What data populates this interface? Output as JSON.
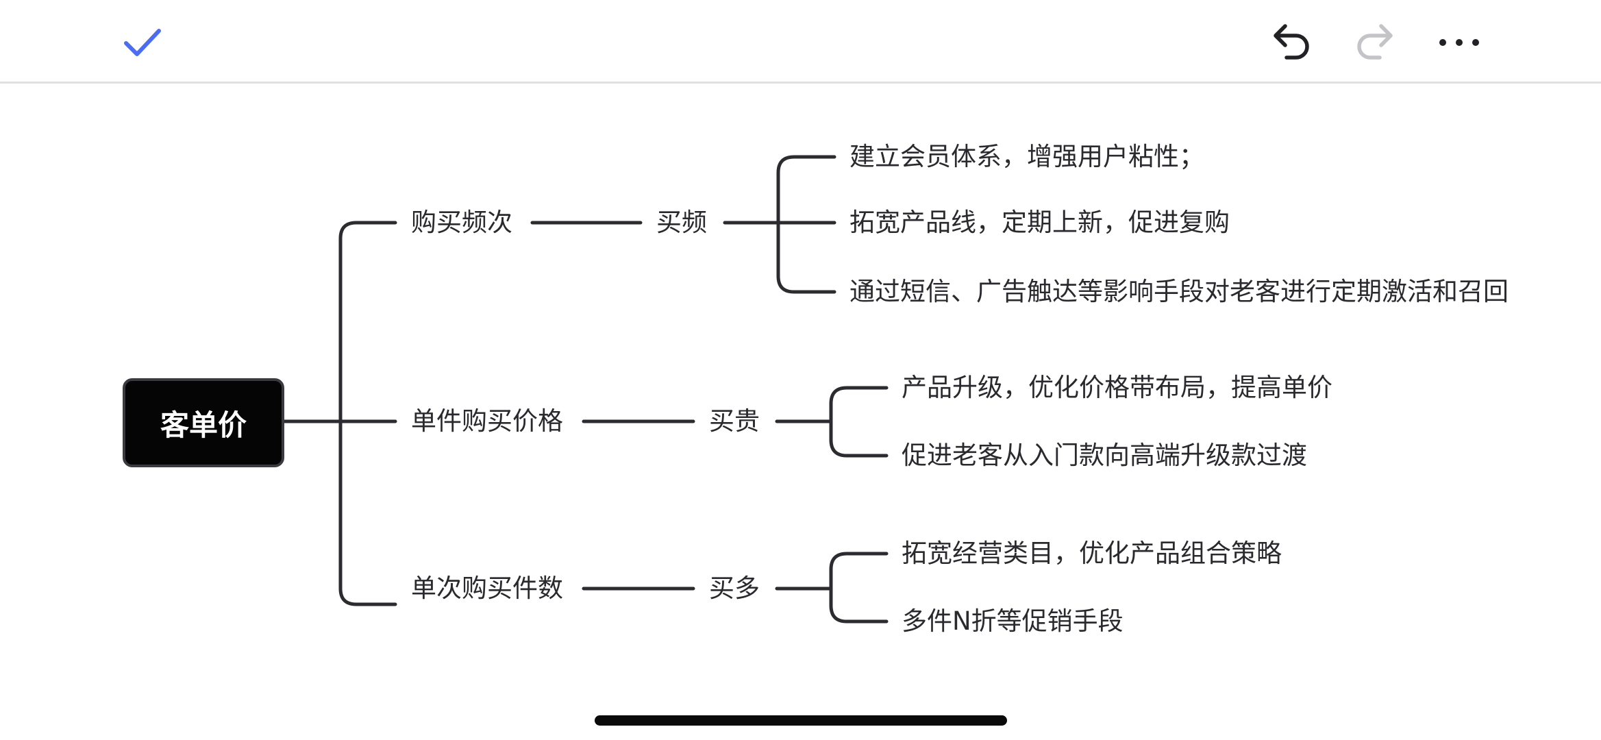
{
  "toolbar": {
    "confirm_icon": "checkmark-icon",
    "undo_icon": "undo-icon",
    "redo_icon": "redo-icon",
    "more_icon": "more-icon",
    "accent_color": "#4a6cf7",
    "disabled_color": "#c4c4c8"
  },
  "mindmap": {
    "root": "客单价",
    "branches": [
      {
        "label": "购买频次",
        "sub": "买频",
        "leaves": [
          "建立会员体系，增强用户粘性；",
          "拓宽产品线，定期上新，促进复购",
          "通过短信、广告触达等影响手段对老客进行定期激活和召回"
        ]
      },
      {
        "label": "单件购买价格",
        "sub": "买贵",
        "leaves": [
          "产品升级，优化价格带布局，提高单价",
          "促进老客从入门款向高端升级款过渡"
        ]
      },
      {
        "label": "单次购买件数",
        "sub": "买多",
        "leaves": [
          "拓宽经营类目，优化产品组合策略",
          "多件N折等促销手段"
        ]
      }
    ]
  }
}
